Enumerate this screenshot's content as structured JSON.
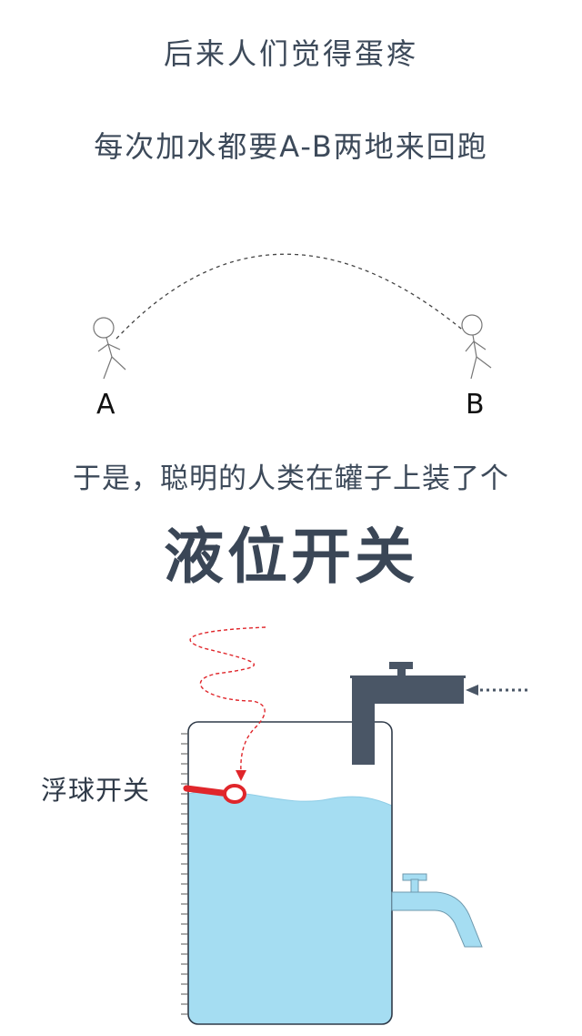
{
  "headings": {
    "line1": "后来人们觉得蛋疼",
    "line2": "每次加水都要A-B两地来回跑",
    "line3": "于是，聪明的人类在罐子上装了个",
    "line4": "液位开关"
  },
  "figures": {
    "point_a": "A",
    "point_b": "B",
    "float_switch_label": "浮球开关"
  },
  "colors": {
    "text": "#3d4a5a",
    "water": "#a5ddf2",
    "pipe": "#4a5666",
    "float_red": "#e0262b"
  }
}
